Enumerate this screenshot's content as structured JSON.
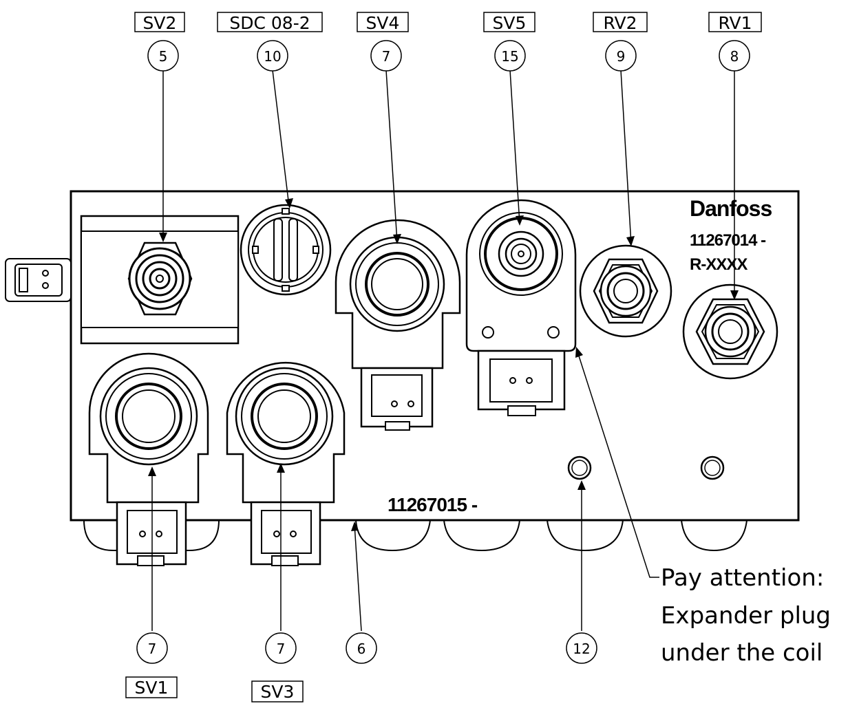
{
  "top_labels": [
    {
      "tag": "SV2",
      "number": "5"
    },
    {
      "tag": "SDC 08-2",
      "number": "10"
    },
    {
      "tag": "SV4",
      "number": "7"
    },
    {
      "tag": "SV5",
      "number": "15"
    },
    {
      "tag": "RV2",
      "number": "9"
    },
    {
      "tag": "RV1",
      "number": "8"
    }
  ],
  "bottom_labels": [
    {
      "tag": "SV1",
      "number": "7"
    },
    {
      "tag": "SV3",
      "number": "7"
    },
    {
      "tag": "",
      "number": "6"
    },
    {
      "tag": "",
      "number": "12"
    }
  ],
  "brand": {
    "name": "Danfoss",
    "code_line1": "11267014 -",
    "code_line2": "R-XXXX"
  },
  "block_code": "11267015 -",
  "note": {
    "line1": "Pay attention:",
    "line2": "Expander plug",
    "line3": "under the coil"
  }
}
